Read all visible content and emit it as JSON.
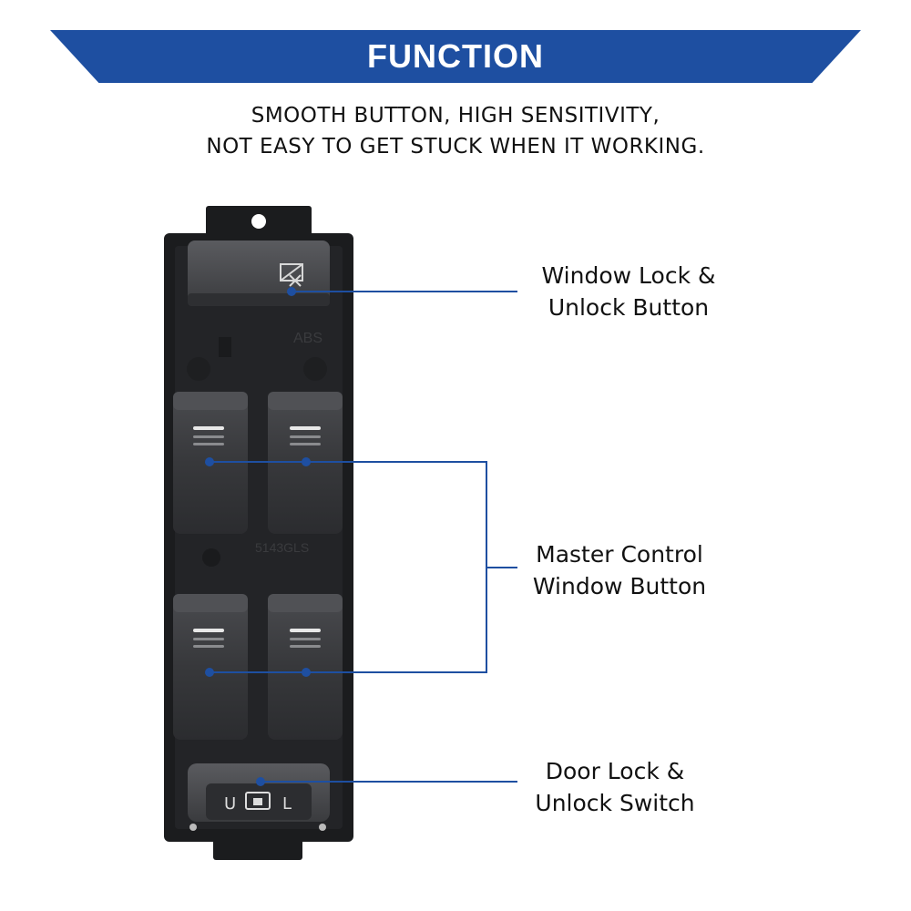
{
  "header": {
    "title": "FUNCTION",
    "subtitle_line1": "SMOOTH BUTTON, HIGH SENSITIVITY,",
    "subtitle_line2": "NOT EASY TO GET STUCK WHEN IT WORKING."
  },
  "product": {
    "embossed_text_1": "ABS",
    "embossed_text_2": "5143GLS",
    "lock_switch_left": "U",
    "lock_switch_right": "L"
  },
  "callouts": {
    "window_lock": {
      "line1": "Window Lock &",
      "line2": "Unlock Button"
    },
    "master_control": {
      "line1": "Master Control",
      "line2": "Window Button"
    },
    "door_lock": {
      "line1": "Door Lock &",
      "line2": "Unlock Switch"
    }
  },
  "colors": {
    "banner": "#1e4fa1",
    "leader_line": "#1e4fa1",
    "housing": "#1b1c1e",
    "button": "#3a3b3e"
  }
}
